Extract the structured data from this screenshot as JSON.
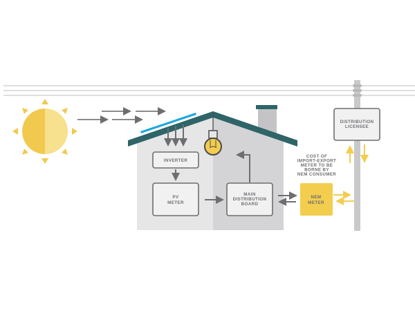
{
  "labels": {
    "inverter": "INVERTER",
    "pv_meter": [
      "PV",
      "METER"
    ],
    "main_board": [
      "MAIN",
      "DISTRIBUTION",
      "BOARD"
    ],
    "nem_meter": [
      "NEM",
      "METER"
    ],
    "licensee": [
      "DISTRIBUTION",
      "LICENSEE"
    ],
    "cost_note": [
      "COST OF",
      "IMPORT-EXPORT",
      "METER TO BE",
      "BORNE BY",
      "NEM CONSUMER"
    ]
  },
  "colors": {
    "sun_dark": "#f1c94f",
    "sun_light": "#f7e08e",
    "roof": "#2f6468",
    "panel": "#1ea7e1",
    "wall_left": "#e6e6e7",
    "wall_right": "#d4d4d6",
    "arrow_gray": "#6d6e70",
    "yellow": "#f3cd4e",
    "line": "#c9c9cb"
  }
}
